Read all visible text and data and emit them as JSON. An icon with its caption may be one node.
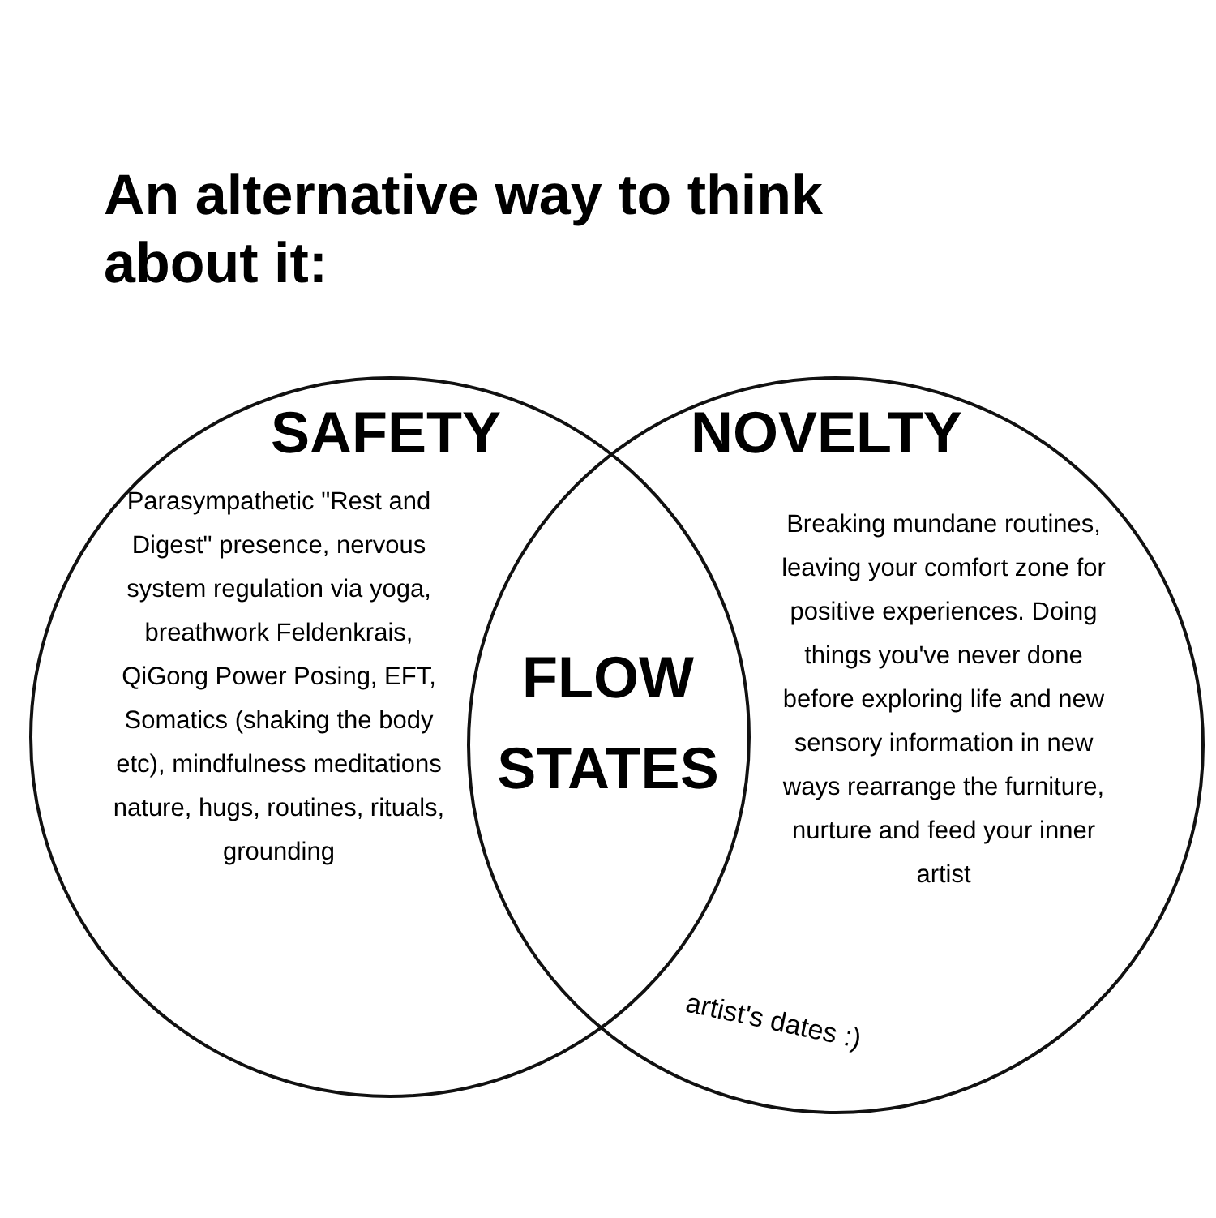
{
  "diagram": {
    "title": "An alternative way to think about it:",
    "nodes": [
      {
        "text": [
          "SAFETY",
          "Parasympathetic \"Rest and Digest\" presence, nervous system regulation via yoga, breathwork Feldenkrais, QiGong Power Posing, EFT, Somatics (shaking the body etc), mindfulness meditations nature, hugs, routines, rituals, grounding"
        ]
      },
      {
        "text": [
          "NOVELTY",
          "Breaking mundane routines, leaving your comfort zone for positive experiences. Doing things you've never done before exploring life and new sensory information in new ways rearrange the furniture, nurture and feed your inner artist",
          "artist's dates :)"
        ]
      }
    ],
    "labels": [
      "FLOW STATES"
    ]
  }
}
